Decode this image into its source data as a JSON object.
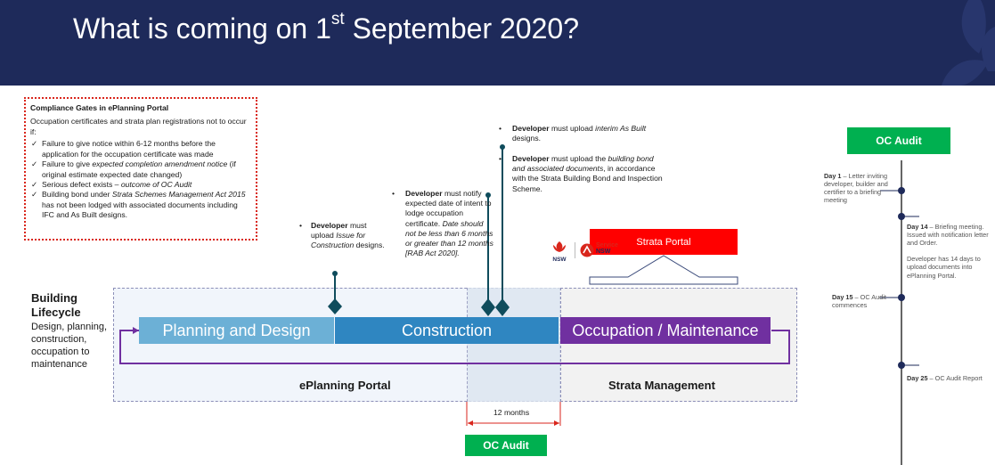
{
  "header": {
    "title_pre": "What is coming on 1",
    "title_sup": "st",
    "title_post": " September 2020?"
  },
  "compliance": {
    "title": "Compliance Gates in ePlanning Portal",
    "intro": "Occupation certificates and strata plan registrations not to occur if:",
    "items": [
      {
        "text": "Failure to give notice within 6-12 months before the application for the occupation certificate was made"
      },
      {
        "pre": "Failure to give ",
        "em": "expected completion amendment notice",
        "post": " (if original estimate expected date changed)"
      },
      {
        "pre": "Serious defect exists – ",
        "em": "outcome of OC Audit",
        "post": ""
      },
      {
        "pre": "Building bond under ",
        "em": "Strata Schemes Management Act 2015",
        "post": " has not been lodged with associated documents including IFC and As Built designs."
      }
    ]
  },
  "notes": {
    "bullet": "•",
    "issue": {
      "lead": "Developer",
      "pre": " must upload ",
      "em": "Issue for Construction",
      "post": " designs."
    },
    "notify": {
      "lead": "Developer",
      "pre": " must notify expected date of intent to lodge occupation certificate. ",
      "em": "Date should not be less than 6 months or greater than 12 months [RAB Act 2020].",
      "post": ""
    },
    "interim": {
      "lead": "Developer",
      "pre": " must upload ",
      "em": "interim As Built",
      "post": " designs."
    },
    "bond": {
      "lead": "Developer",
      "pre": " must upload the ",
      "em": "building bond and associated documents",
      "post": ", in accordance with the Strata Building Bond and Inspection Scheme."
    }
  },
  "lifecycle": {
    "title": "Building Lifecycle",
    "desc": "Design, planning, construction, occupation to maintenance"
  },
  "stages": {
    "planning": "Planning and Design",
    "construction": "Construction",
    "occupation": "Occupation / Maintenance"
  },
  "regions": {
    "eplanning": "ePlanning Portal",
    "strata": "Strata Management"
  },
  "span_label": "12 months",
  "oc_audit_badge": "OC Audit",
  "strata_portal": "Strata Portal",
  "logos": {
    "nsw": "NSW",
    "service_line1": "Service",
    "service_line2": "NSW"
  },
  "timeline": {
    "day1": {
      "lead": "Day 1",
      "text": " – Letter inviting developer, builder and certifier to a briefing meeting"
    },
    "day14": {
      "lead": "Day 14",
      "text": " – Briefing meeting. Issued with notification letter and Order."
    },
    "day14_extra": "Developer has 14 days to upload documents into ePlanning Portal.",
    "day15": {
      "lead": "Day 15",
      "text": " – OC Audit commences"
    },
    "day25": {
      "lead": "Day 25",
      "text": " – OC Audit Report"
    }
  },
  "colors": {
    "header_bg": "#1e2a5a",
    "planning": "#6cb0d6",
    "construction": "#2f86c1",
    "occupation": "#7030a0",
    "oc_audit": "#00b050",
    "strata_portal": "#ff0000",
    "marker": "#0f4c5c"
  }
}
